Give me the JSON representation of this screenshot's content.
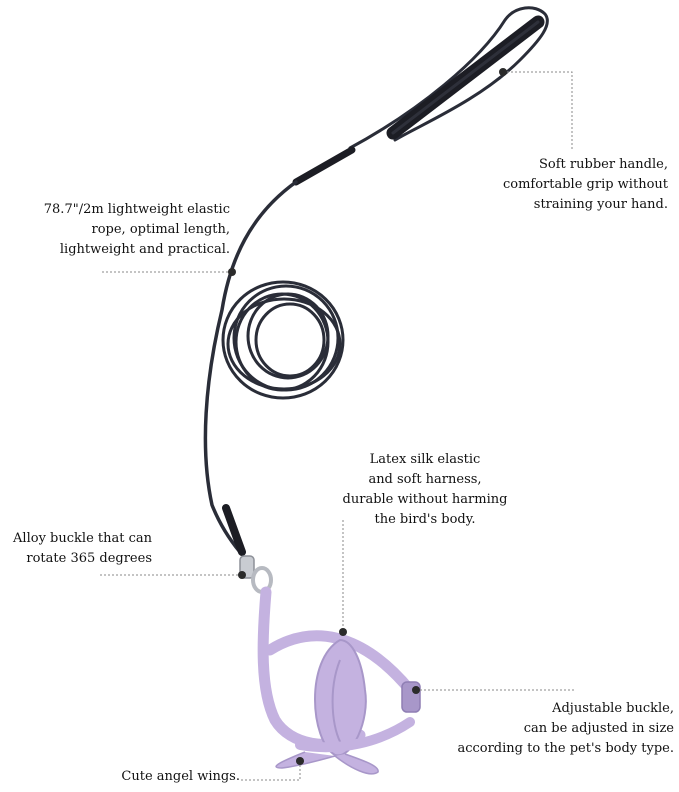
{
  "callouts": {
    "handle": {
      "lines": [
        "Soft rubber handle,",
        "comfortable grip without",
        "straining your hand."
      ]
    },
    "rope": {
      "lines": [
        "78.7\"/2m lightweight elastic",
        "rope, optimal length,",
        "lightweight and practical."
      ]
    },
    "harness": {
      "lines": [
        "Latex silk elastic",
        "and soft harness,",
        "durable without harming",
        "the bird's body."
      ]
    },
    "buckle": {
      "lines": [
        "Alloy buckle that can",
        "rotate 365 degrees"
      ]
    },
    "adjust": {
      "lines": [
        "Adjustable buckle,",
        "can be adjusted in size",
        "according to the pet's body type."
      ]
    },
    "wings": {
      "lines": [
        "Cute angel wings."
      ]
    }
  },
  "colors": {
    "rope": "#2a2d38",
    "handle": "#1c1d24",
    "harness": "#c4b2e0",
    "harness_shade": "#a897c9",
    "metal": "#c9ccd2",
    "leader": "#8a8a8a",
    "dot": "#2b2b2b",
    "text": "#111111"
  }
}
